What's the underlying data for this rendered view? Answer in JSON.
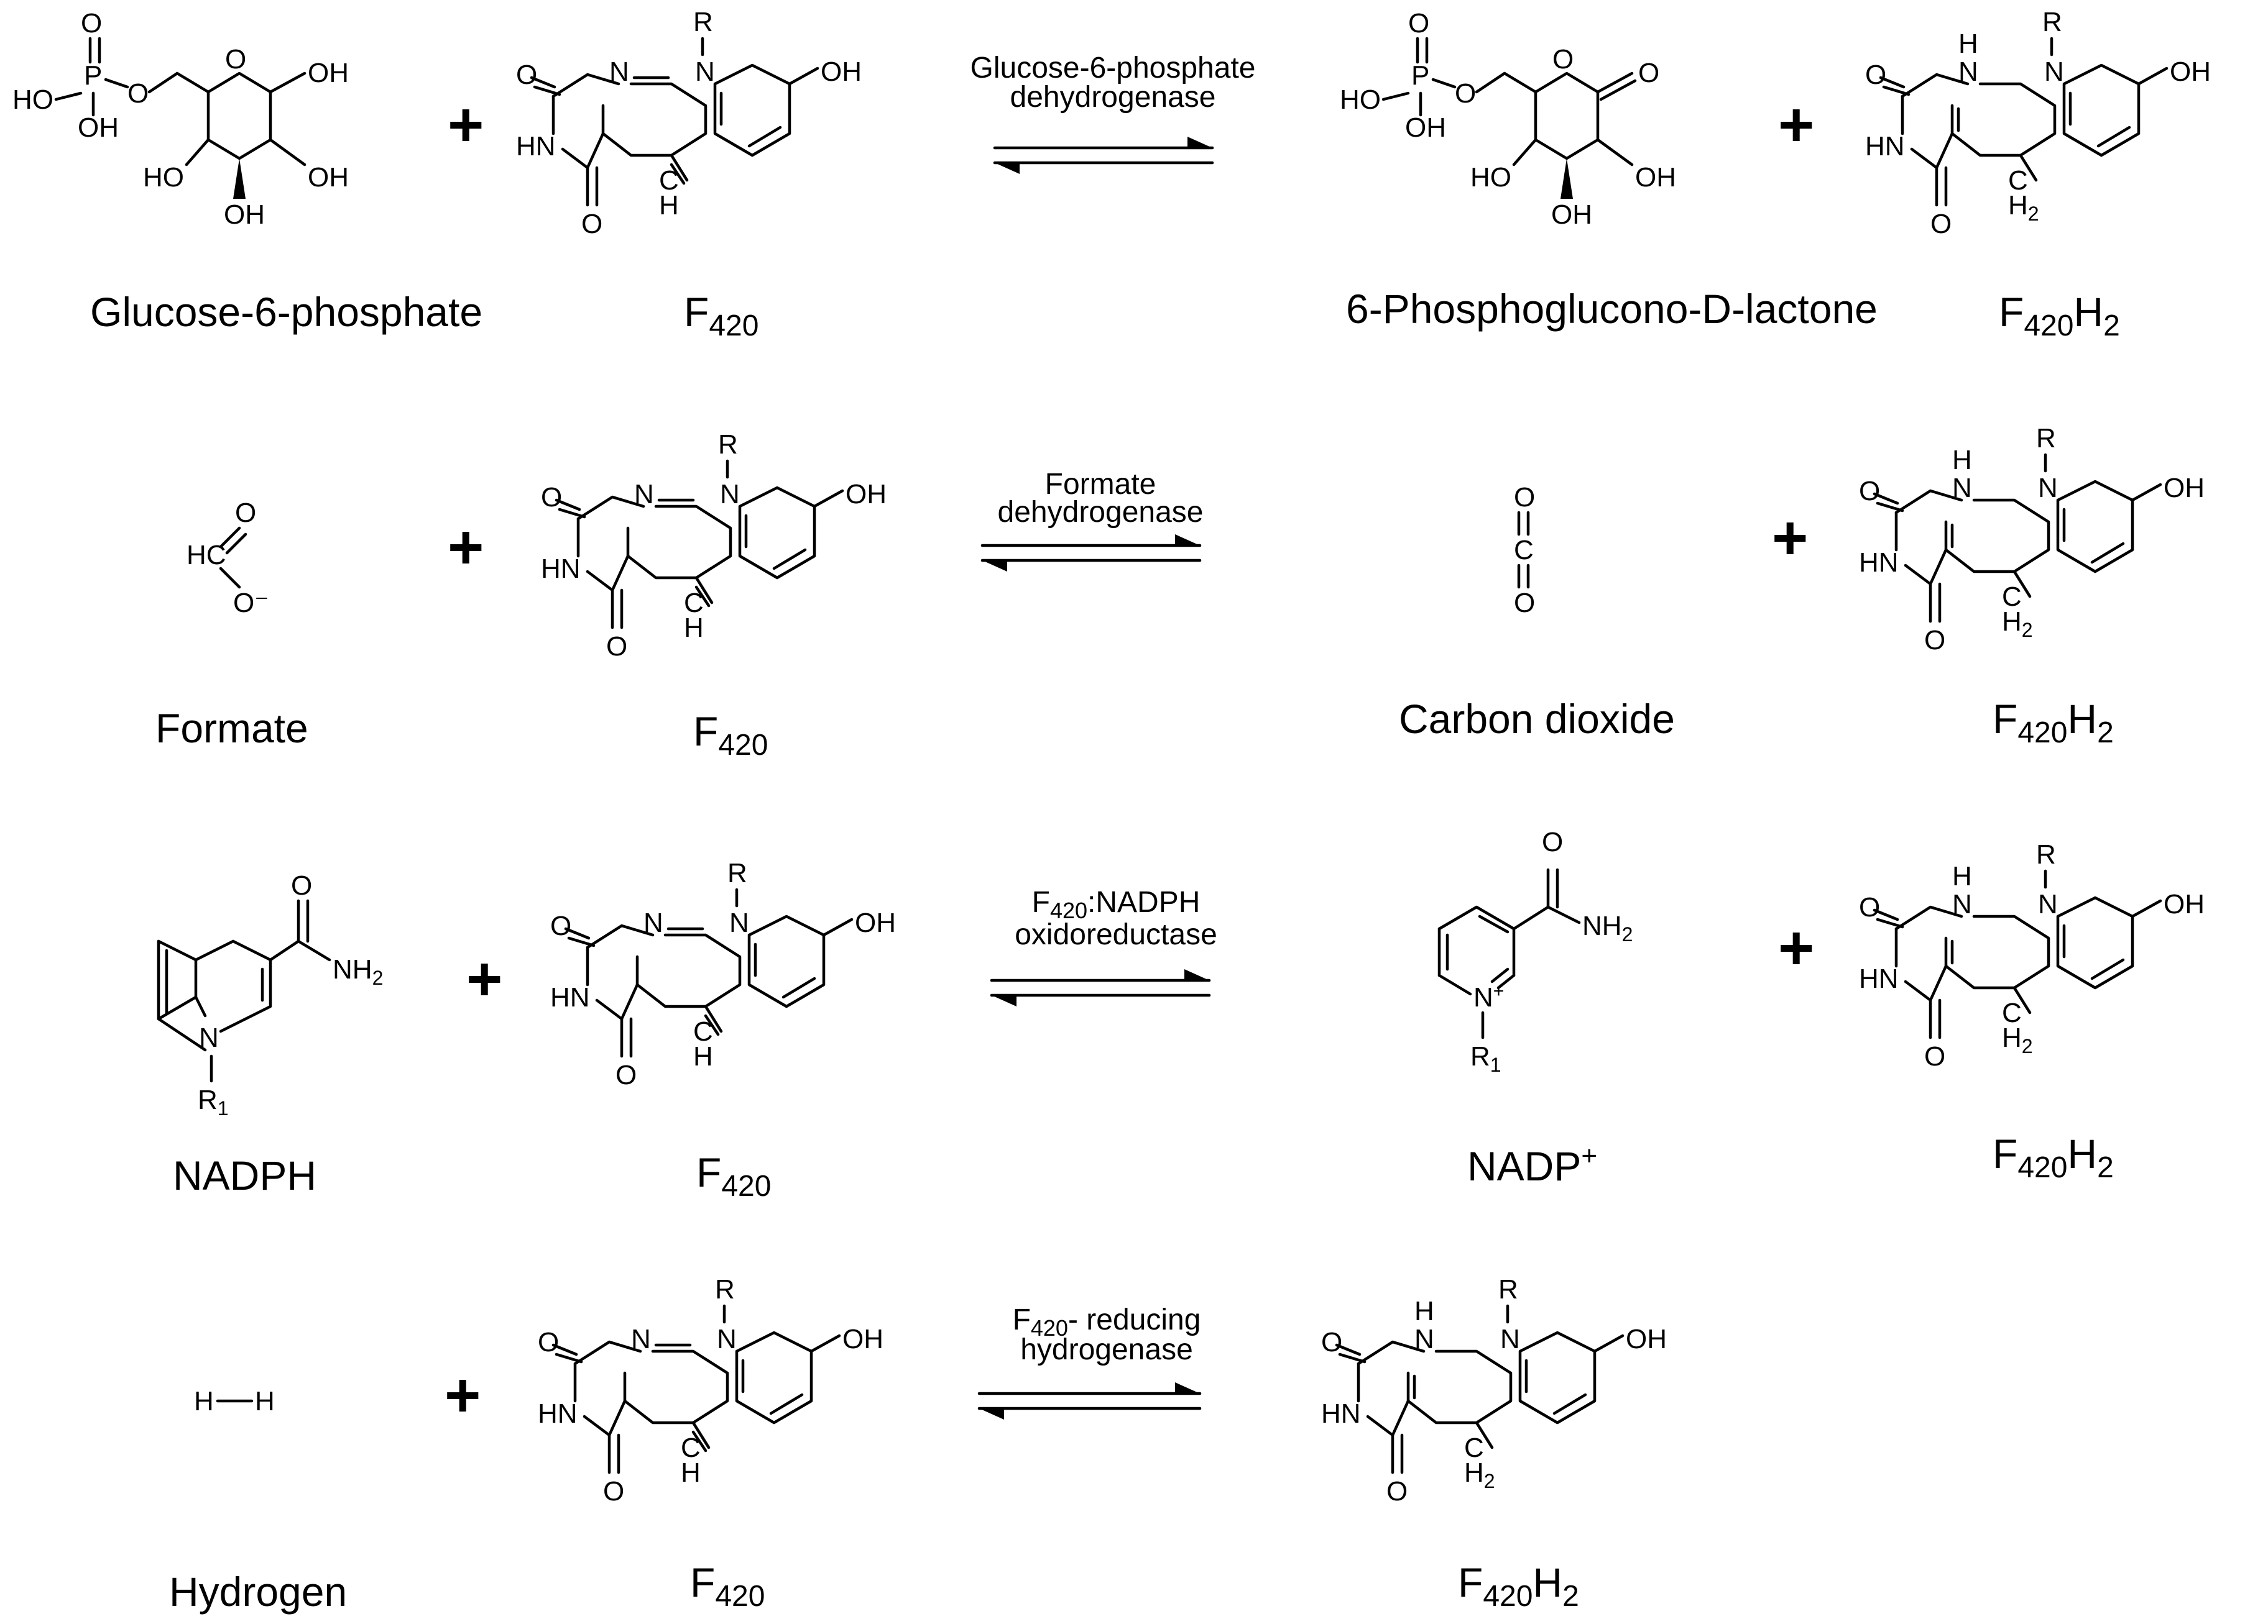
{
  "plus_sign": "+",
  "reactions": [
    {
      "substrate": {
        "name": "Glucose-6-phosphate",
        "type": "g6p"
      },
      "cofactor": {
        "main": "F",
        "sub": "420",
        "type": "f420"
      },
      "enzyme": {
        "line1": "Glucose-6-phosphate",
        "line2": "dehydrogenase"
      },
      "product": {
        "name": "6-Phosphoglucono-D-lactone",
        "type": "lactone"
      },
      "product_cofactor": {
        "main": "F",
        "sub": "420",
        "tail": "H",
        "tail_sub": "2",
        "type": "f420h2"
      }
    },
    {
      "substrate": {
        "name": "Formate",
        "type": "formate"
      },
      "cofactor": {
        "main": "F",
        "sub": "420",
        "type": "f420"
      },
      "enzyme": {
        "line1": "Formate",
        "line2": "dehydrogenase"
      },
      "product": {
        "name": "Carbon dioxide",
        "type": "co2"
      },
      "product_cofactor": {
        "main": "F",
        "sub": "420",
        "tail": "H",
        "tail_sub": "2",
        "type": "f420h2"
      }
    },
    {
      "substrate": {
        "name": "NADPH",
        "type": "nadph"
      },
      "cofactor": {
        "main": "F",
        "sub": "420",
        "type": "f420"
      },
      "enzyme": {
        "line1_main": "F",
        "line1_sub": "420",
        "line1_rest": ":NADPH",
        "line2": "oxidoreductase"
      },
      "product": {
        "name_main": "NADP",
        "name_sup": "+",
        "type": "nadp"
      },
      "product_cofactor": {
        "main": "F",
        "sub": "420",
        "tail": "H",
        "tail_sub": "2",
        "type": "f420h2"
      }
    },
    {
      "substrate": {
        "name": "Hydrogen",
        "type": "h2"
      },
      "cofactor": {
        "main": "F",
        "sub": "420",
        "type": "f420"
      },
      "enzyme": {
        "line1_main": "F",
        "line1_sub": "420",
        "line1_rest": "- reducing",
        "line2": "hydrogenase"
      },
      "product_cofactor": {
        "main": "F",
        "sub": "420",
        "tail": "H",
        "tail_sub": "2",
        "type": "f420h2"
      }
    }
  ],
  "atom_labels": {
    "O": "O",
    "P": "P",
    "HO": "HO",
    "OH": "OH",
    "N": "N",
    "HN": "HN",
    "H": "H",
    "R": "R",
    "R1": "R",
    "R1_sub": "1",
    "HC": "HC",
    "C": "C",
    "O_minus": "O⁻",
    "NH2": "NH",
    "NH2_sub": "2",
    "H2": "H",
    "H2_sub": "2",
    "N_plus": "N",
    "N_plus_sup": "+",
    "HH_left": "H",
    "HH_right": "H"
  }
}
